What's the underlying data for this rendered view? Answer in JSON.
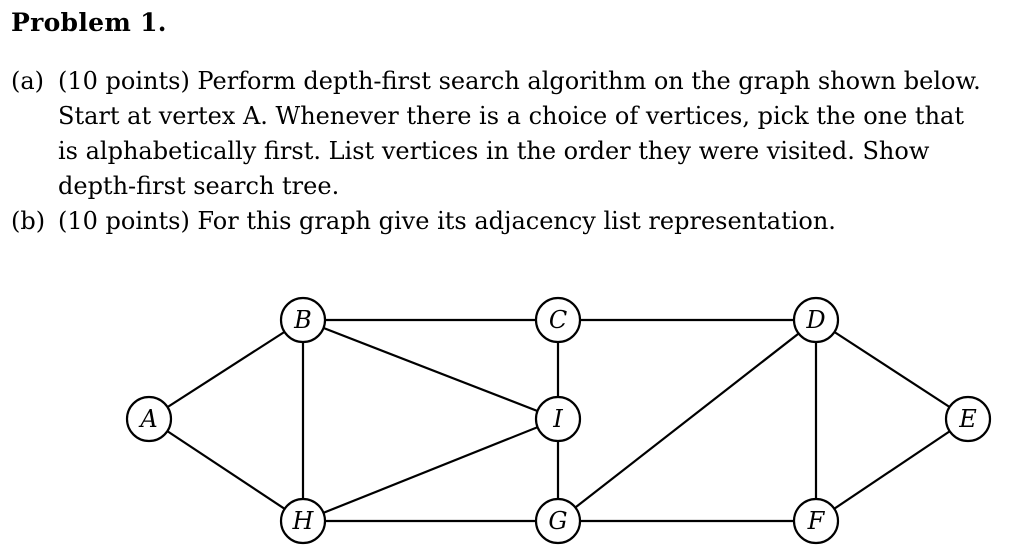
{
  "title": "Problem 1.",
  "part_a": {
    "label": "(a)",
    "lines": [
      "(10 points) Perform depth-first search algorithm on the graph shown below.",
      "Start at vertex A. Whenever there is a choice of vertices, pick the one that",
      "is alphabetically first. List vertices in the order they were visited. Show",
      "depth-first search tree."
    ]
  },
  "part_b": {
    "label": "(b)",
    "lines": [
      "(10 points) For this graph give its adjacency list representation."
    ]
  },
  "graph": {
    "nodes": [
      {
        "id": "A",
        "label": "A"
      },
      {
        "id": "B",
        "label": "B"
      },
      {
        "id": "C",
        "label": "C"
      },
      {
        "id": "D",
        "label": "D"
      },
      {
        "id": "E",
        "label": "E"
      },
      {
        "id": "F",
        "label": "F"
      },
      {
        "id": "G",
        "label": "G"
      },
      {
        "id": "H",
        "label": "H"
      },
      {
        "id": "I",
        "label": "I"
      }
    ],
    "edges": [
      [
        "A",
        "B"
      ],
      [
        "A",
        "H"
      ],
      [
        "B",
        "C"
      ],
      [
        "B",
        "H"
      ],
      [
        "B",
        "I"
      ],
      [
        "C",
        "D"
      ],
      [
        "C",
        "I"
      ],
      [
        "I",
        "G"
      ],
      [
        "I",
        "H"
      ],
      [
        "H",
        "G"
      ],
      [
        "G",
        "F"
      ],
      [
        "G",
        "D"
      ],
      [
        "D",
        "F"
      ],
      [
        "D",
        "E"
      ],
      [
        "F",
        "E"
      ]
    ]
  }
}
